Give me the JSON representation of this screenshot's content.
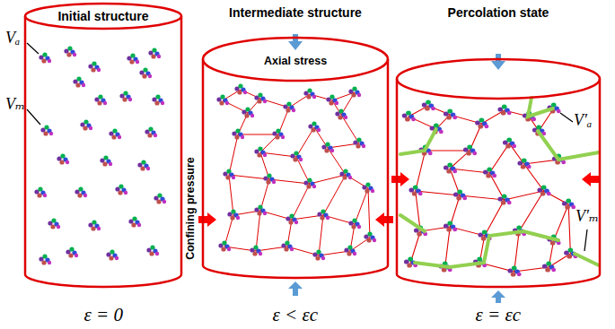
{
  "diagram": {
    "nodes": [
      {
        "text": [
          "Initial structure"
        ]
      },
      {
        "text": [
          "Intermediate structure"
        ]
      },
      {
        "text": [
          "Percolation state"
        ]
      }
    ],
    "labels": [
      "Vₐ",
      "Vₘ",
      "Axial stress",
      "Confining pressure",
      "V′ₐ",
      "V′ₘ",
      "ε = 0",
      "ε < εc",
      "ε = εc"
    ]
  }
}
